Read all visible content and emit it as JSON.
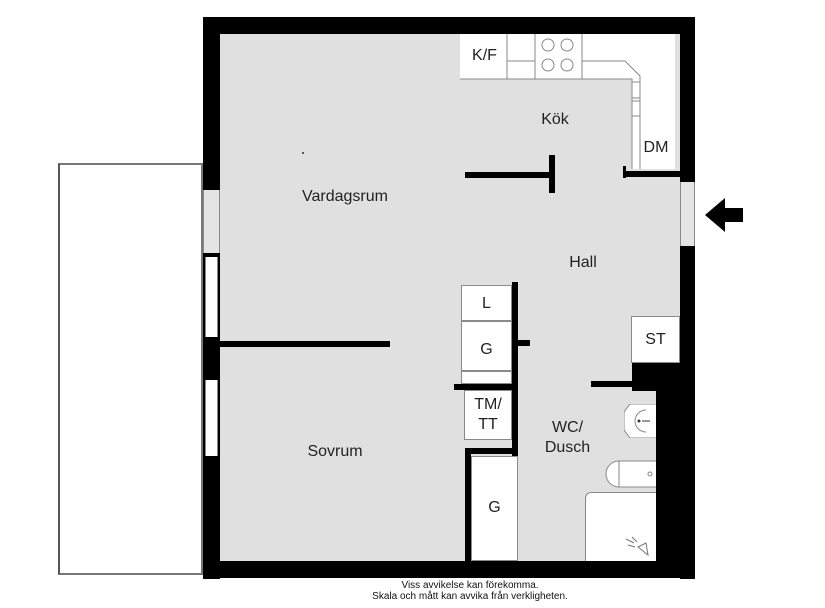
{
  "plan": {
    "rooms": {
      "living_room": "Vardagsrum",
      "kitchen": "Kök",
      "hall": "Hall",
      "bedroom": "Sovrum",
      "bathroom_line1": "WC/",
      "bathroom_line2": "Dusch"
    },
    "fixtures": {
      "fridge_freezer": "K/F",
      "dishwasher": "DM",
      "linen_closet": "L",
      "wardrobe_hall": "G",
      "laundry_line1": "TM/",
      "laundry_line2": "TT",
      "wardrobe_bedroom": "G",
      "storage": "ST"
    },
    "entrance_icon": "arrow-left-icon"
  },
  "disclaimer": {
    "line1": "Viss avvikelse kan förekomma.",
    "line2": "Skala och mått kan avvika från verkligheten."
  },
  "colors": {
    "wall": "#000000",
    "floor": "#e0e0e0",
    "fixture": "#ffffff"
  }
}
